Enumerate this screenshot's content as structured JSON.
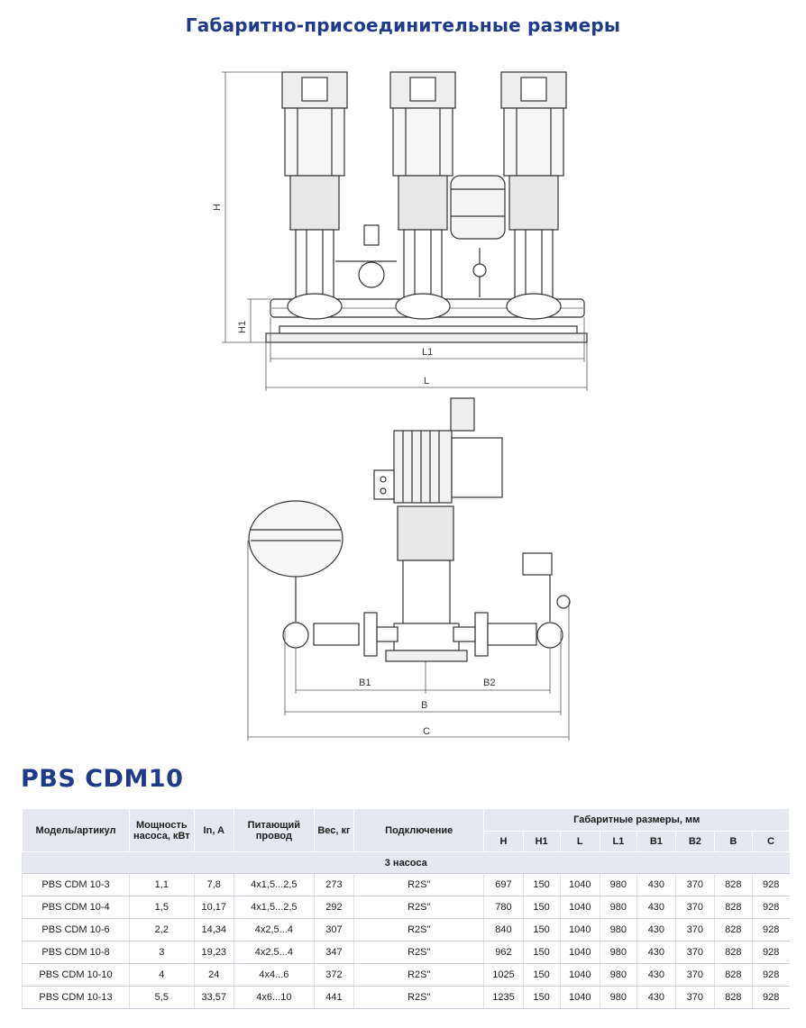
{
  "heading": "Габаритно-присоединительные размеры",
  "drawing_labels": {
    "front": {
      "H": "H",
      "H1": "H1",
      "L1": "L1",
      "L": "L"
    },
    "side": {
      "B1": "B1",
      "B2": "B2",
      "B": "B",
      "C": "C"
    }
  },
  "model_title": "PBS CDM10",
  "table": {
    "headers": {
      "model": "Модель/артикул",
      "power": "Мощность насоса, кВт",
      "current": "In, A",
      "cable": "Питающий провод",
      "weight": "Вес, кг",
      "connection": "Подключение",
      "dimensions": "Габаритные размеры, мм"
    },
    "dim_headers": [
      "H",
      "H1",
      "L",
      "L1",
      "B1",
      "B2",
      "B",
      "C"
    ],
    "group_label": "3 насоса",
    "rows": [
      [
        "PBS CDM 10-3",
        "1,1",
        "7,8",
        "4x1,5...2,5",
        "273",
        "R2S\"",
        "697",
        "150",
        "1040",
        "980",
        "430",
        "370",
        "828",
        "928"
      ],
      [
        "PBS CDM 10-4",
        "1,5",
        "10,17",
        "4x1,5...2,5",
        "292",
        "R2S\"",
        "780",
        "150",
        "1040",
        "980",
        "430",
        "370",
        "828",
        "928"
      ],
      [
        "PBS CDM 10-6",
        "2,2",
        "14,34",
        "4x2,5...4",
        "307",
        "R2S\"",
        "840",
        "150",
        "1040",
        "980",
        "430",
        "370",
        "828",
        "928"
      ],
      [
        "PBS CDM 10-8",
        "3",
        "19,23",
        "4x2,5...4",
        "347",
        "R2S\"",
        "962",
        "150",
        "1040",
        "980",
        "430",
        "370",
        "828",
        "928"
      ],
      [
        "PBS CDM 10-10",
        "4",
        "24",
        "4x4...6",
        "372",
        "R2S\"",
        "1025",
        "150",
        "1040",
        "980",
        "430",
        "370",
        "828",
        "928"
      ],
      [
        "PBS CDM 10-13",
        "5,5",
        "33,57",
        "4x6...10",
        "441",
        "R2S\"",
        "1235",
        "150",
        "1040",
        "980",
        "430",
        "370",
        "828",
        "928"
      ]
    ]
  }
}
